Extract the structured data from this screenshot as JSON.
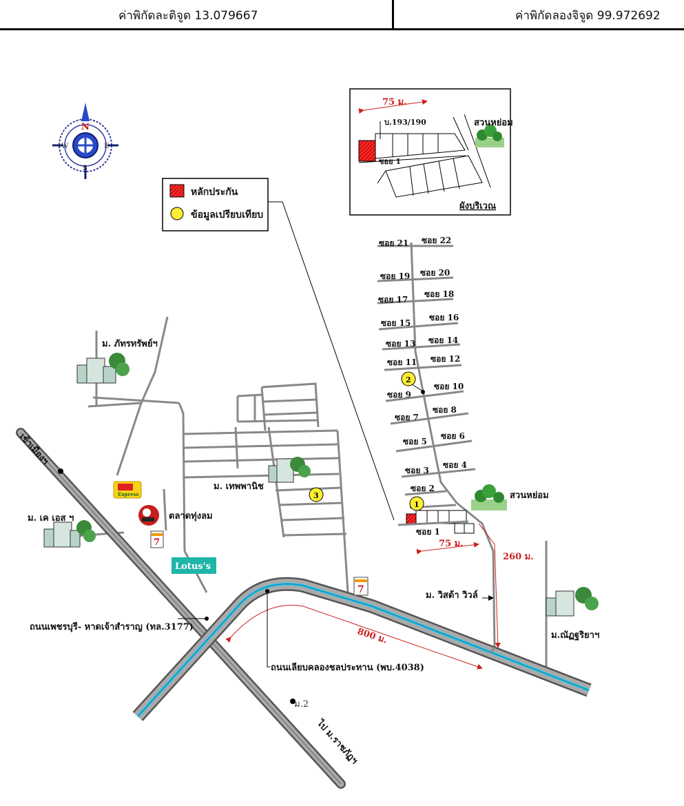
{
  "header": {
    "lat_text": "ค่าพิกัดละติจูด 13.079667",
    "lon_text": "ค่าพิกัดลองจิจูด 99.972692"
  },
  "compass": {
    "n": "N",
    "s": "S",
    "e": "E",
    "w": "W"
  },
  "legend": {
    "collateral": "หลักประกัน",
    "comparison": "ข้อมูลเปรียบเทียบ",
    "colors": {
      "collateral": "#e01010",
      "comparison": "#ffee33"
    }
  },
  "inset": {
    "distance": "75 ม.",
    "house_no": "บ.193/190",
    "park": "สวนหย่อม",
    "soi": "ซอย 1",
    "caption": "ผังบริเวณ"
  },
  "sois": {
    "s1": "ซอย 1",
    "s2": "ซอย 2",
    "s3": "ซอย 3",
    "s4": "ซอย 4",
    "s5": "ซอย 5",
    "s6": "ซอย 6",
    "s7": "ซอย 7",
    "s8": "ซอย 8",
    "s9": "ซอย 9",
    "s10": "ซอย 10",
    "s11": "ซอย 11",
    "s12": "ซอย 12",
    "s13": "ซอย 13",
    "s14": "ซอย 14",
    "s15": "ซอย 15",
    "s16": "ซอย 16",
    "s17": "ซอย 17",
    "s18": "ซอย 18",
    "s19": "ซอย 19",
    "s20": "ซอย 20",
    "s21": "ซอย 21",
    "s22": "ซอย 22"
  },
  "markers": {
    "m1": "1",
    "m2": "2",
    "m3": "3"
  },
  "labels": {
    "village_phattharasap": "ม. ภัทรทรัพย์ฯ",
    "village_thepphanich": "ม. เทพพานิช",
    "village_ks": "ม. เค เอส ฯ",
    "market": "ตลาดทุ่งลม",
    "lotus": "Lotus's",
    "express": "Express",
    "park_main": "สวนหย่อม",
    "dist_75": "75 ม.",
    "dist_260": "260 ม.",
    "dist_800": "800 ม.",
    "village_visada": "ม. วิสด้า วิวล์",
    "village_natchariya": "ม.ณัฏฐริยาฯ",
    "road_phetchaburi": "ถนนเพชรบุรี- หาดเจ้าสำราญ (ทล.3177)",
    "road_canal": "ถนนเลียบคลองชลประทาน (พบ.4038)",
    "to_city": "เข้าเมืองฯ",
    "to_university": "ไป ม.ราชภัฏฯ",
    "moo2": "ม.2"
  }
}
